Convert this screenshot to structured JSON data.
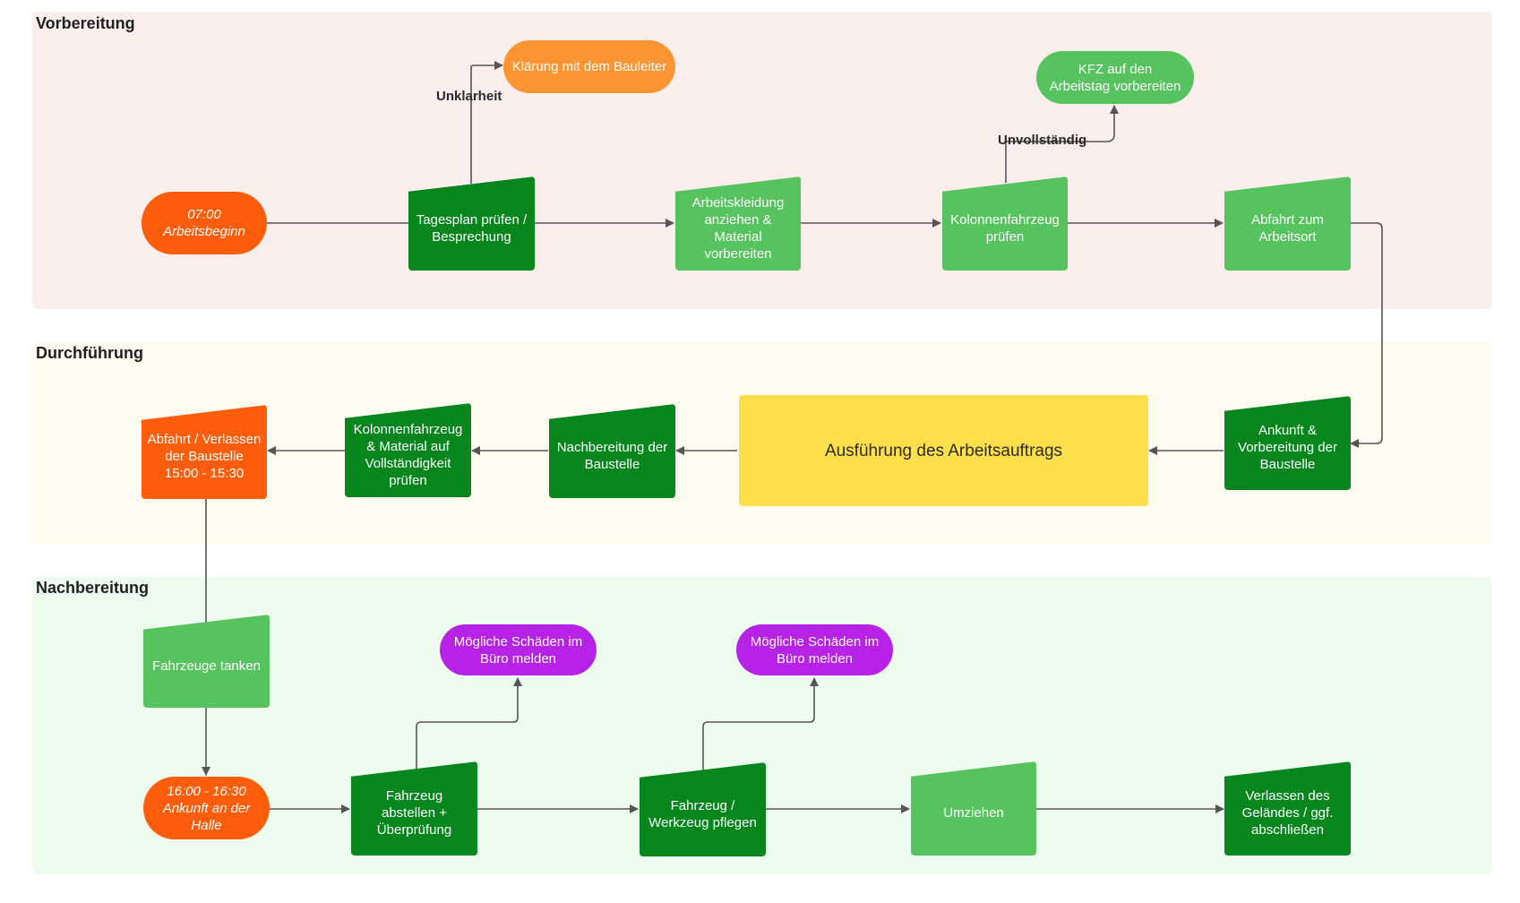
{
  "lanes": {
    "prep": "Vorbereitung",
    "exec": "Durchführung",
    "post": "Nachbereitung"
  },
  "edge_labels": {
    "unklarheit": "Unklarheit",
    "unvollstaendig": "Unvollständig"
  },
  "nodes": {
    "start": "07:00\nArbeitsbeginn",
    "tagesplan": "Tagesplan prüfen /\nBesprechung",
    "klaerung": "Klärung mit dem Bauleiter",
    "kleidung": "Arbeitskleidung\nanziehen &\nMaterial\nvorbereiten",
    "kolonne_pruefen": "Kolonnenfahrzeug\nprüfen",
    "kfz": "KFZ auf den\nArbeitstag vorbereiten",
    "abfahrt_arbeitsort": "Abfahrt zum\nArbeitsort",
    "ankunft": "Ankunft &\nVorbereitung der\nBaustelle",
    "ausfuehrung": "Ausführung des Arbeitsauftrags",
    "nachbereitung_baustelle": "Nachbereitung der\nBaustelle",
    "kolonne_material": "Kolonnenfahrzeug\n& Material auf\nVollständigkeit\nprüfen",
    "abfahrt_verlassen": "Abfahrt / Verlassen\nder Baustelle\n15:00 - 15:30",
    "tanken": "Fahrzeuge tanken",
    "ankunft_halle": "16:00 - 16:30\nAnkunft an der\nHalle",
    "abstellen": "Fahrzeug\nabstellen +\nÜberprüfung",
    "schaeden1": "Mögliche Schäden im\nBüro melden",
    "pflegen": "Fahrzeug /\nWerkzeug pflegen",
    "schaeden2": "Mögliche Schäden im\nBüro melden",
    "umziehen": "Umziehen",
    "verlassen": "Verlassen des\nGeländes / ggf.\nabschließen"
  },
  "colors": {
    "lane_prep": "#fbefed",
    "lane_exec": "#fefbf1",
    "lane_post": "#eefbef",
    "dark_green": "#07861e",
    "light_green": "#56c35e",
    "orange_red": "#fe5e0c",
    "orange": "#fd9533",
    "yellow": "#ffdf4a",
    "purple": "#b623e6",
    "line": "#555555"
  }
}
